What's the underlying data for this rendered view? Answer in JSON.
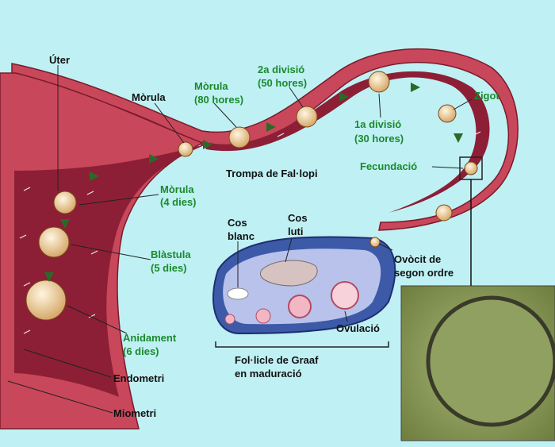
{
  "labels": {
    "uter": "Úter",
    "morula": "Mòrula",
    "morula80_a": "Mòrula",
    "morula80_b": "(80 hores)",
    "div2_a": "2a divisió",
    "div2_b": "(50 hores)",
    "zigot": "Zigot",
    "div1_a": "1a divisió",
    "div1_b": "(30 hores)",
    "fecundacio": "Fecundació",
    "trompa": "Trompa de Fal·lopi",
    "morula4_a": "Mòrula",
    "morula4_b": "(4 dies)",
    "blastula_a": "Blàstula",
    "blastula_b": "(5 dies)",
    "cosblanc_a": "Cos",
    "cosblanc_b": "blanc",
    "cosluti_a": "Cos",
    "cosluti_b": "luti",
    "ovocit_a": "Ovòcit de",
    "ovocit_b": "segon ordre",
    "anidament_a": "Anidament",
    "anidament_b": "(6 dies)",
    "ovulacio": "Ovulació",
    "endometri": "Endometri",
    "follicle_a": "Fol·licle de Graaf",
    "follicle_b": "en maduració",
    "miometri": "Miometri"
  },
  "colors": {
    "background": "#bff0f4",
    "muscle": "#c9475a",
    "lumen": "#8c1f36",
    "ovary": "#3c5aa8",
    "ovary_inner": "#b9c2ea",
    "label_green": "#1a8a2c",
    "label_black": "#111111",
    "photo": "#8a9a58"
  }
}
